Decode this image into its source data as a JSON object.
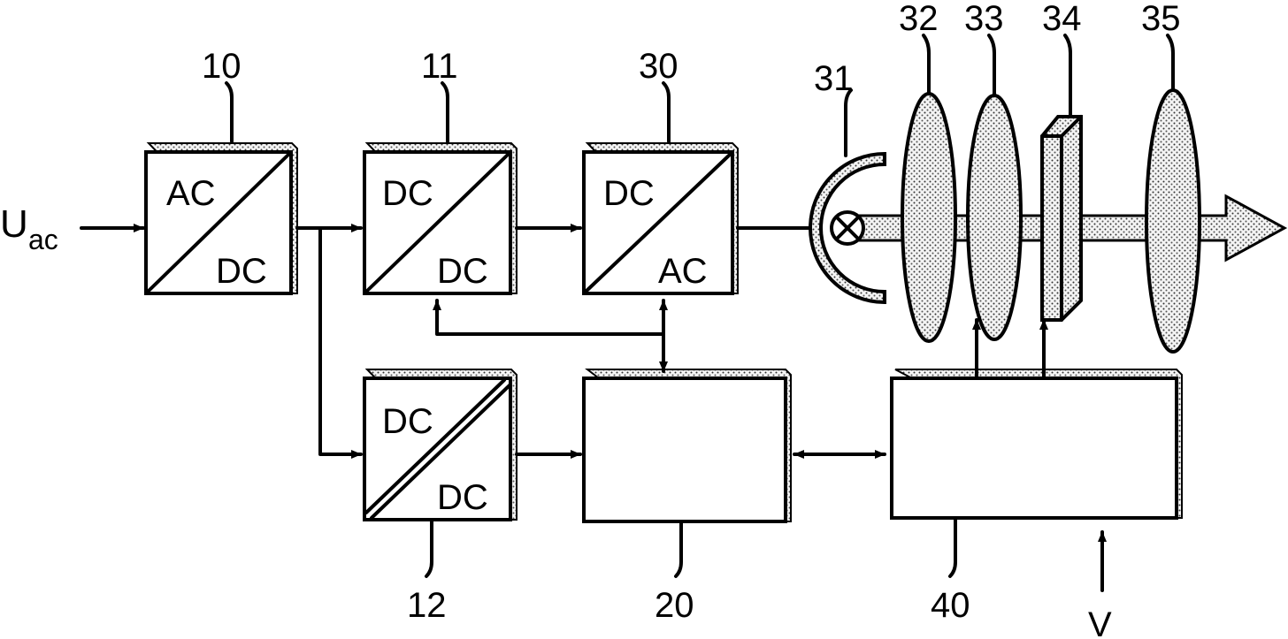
{
  "labels": {
    "input": "U",
    "input_sub": "ac",
    "velocity": "V"
  },
  "blocks": {
    "b10": {
      "ref": "10",
      "top": "AC",
      "bottom": "DC"
    },
    "b11": {
      "ref": "11",
      "top": "DC",
      "bottom": "DC"
    },
    "b30": {
      "ref": "30",
      "top": "DC",
      "bottom": "AC"
    },
    "b12": {
      "ref": "12",
      "top": "DC",
      "bottom": "DC"
    },
    "b20": {
      "ref": "20"
    },
    "b40": {
      "ref": "40"
    }
  },
  "optics": {
    "reflector": "31",
    "lens1": "32",
    "lens2": "33",
    "plate": "34",
    "lens3": "35"
  }
}
